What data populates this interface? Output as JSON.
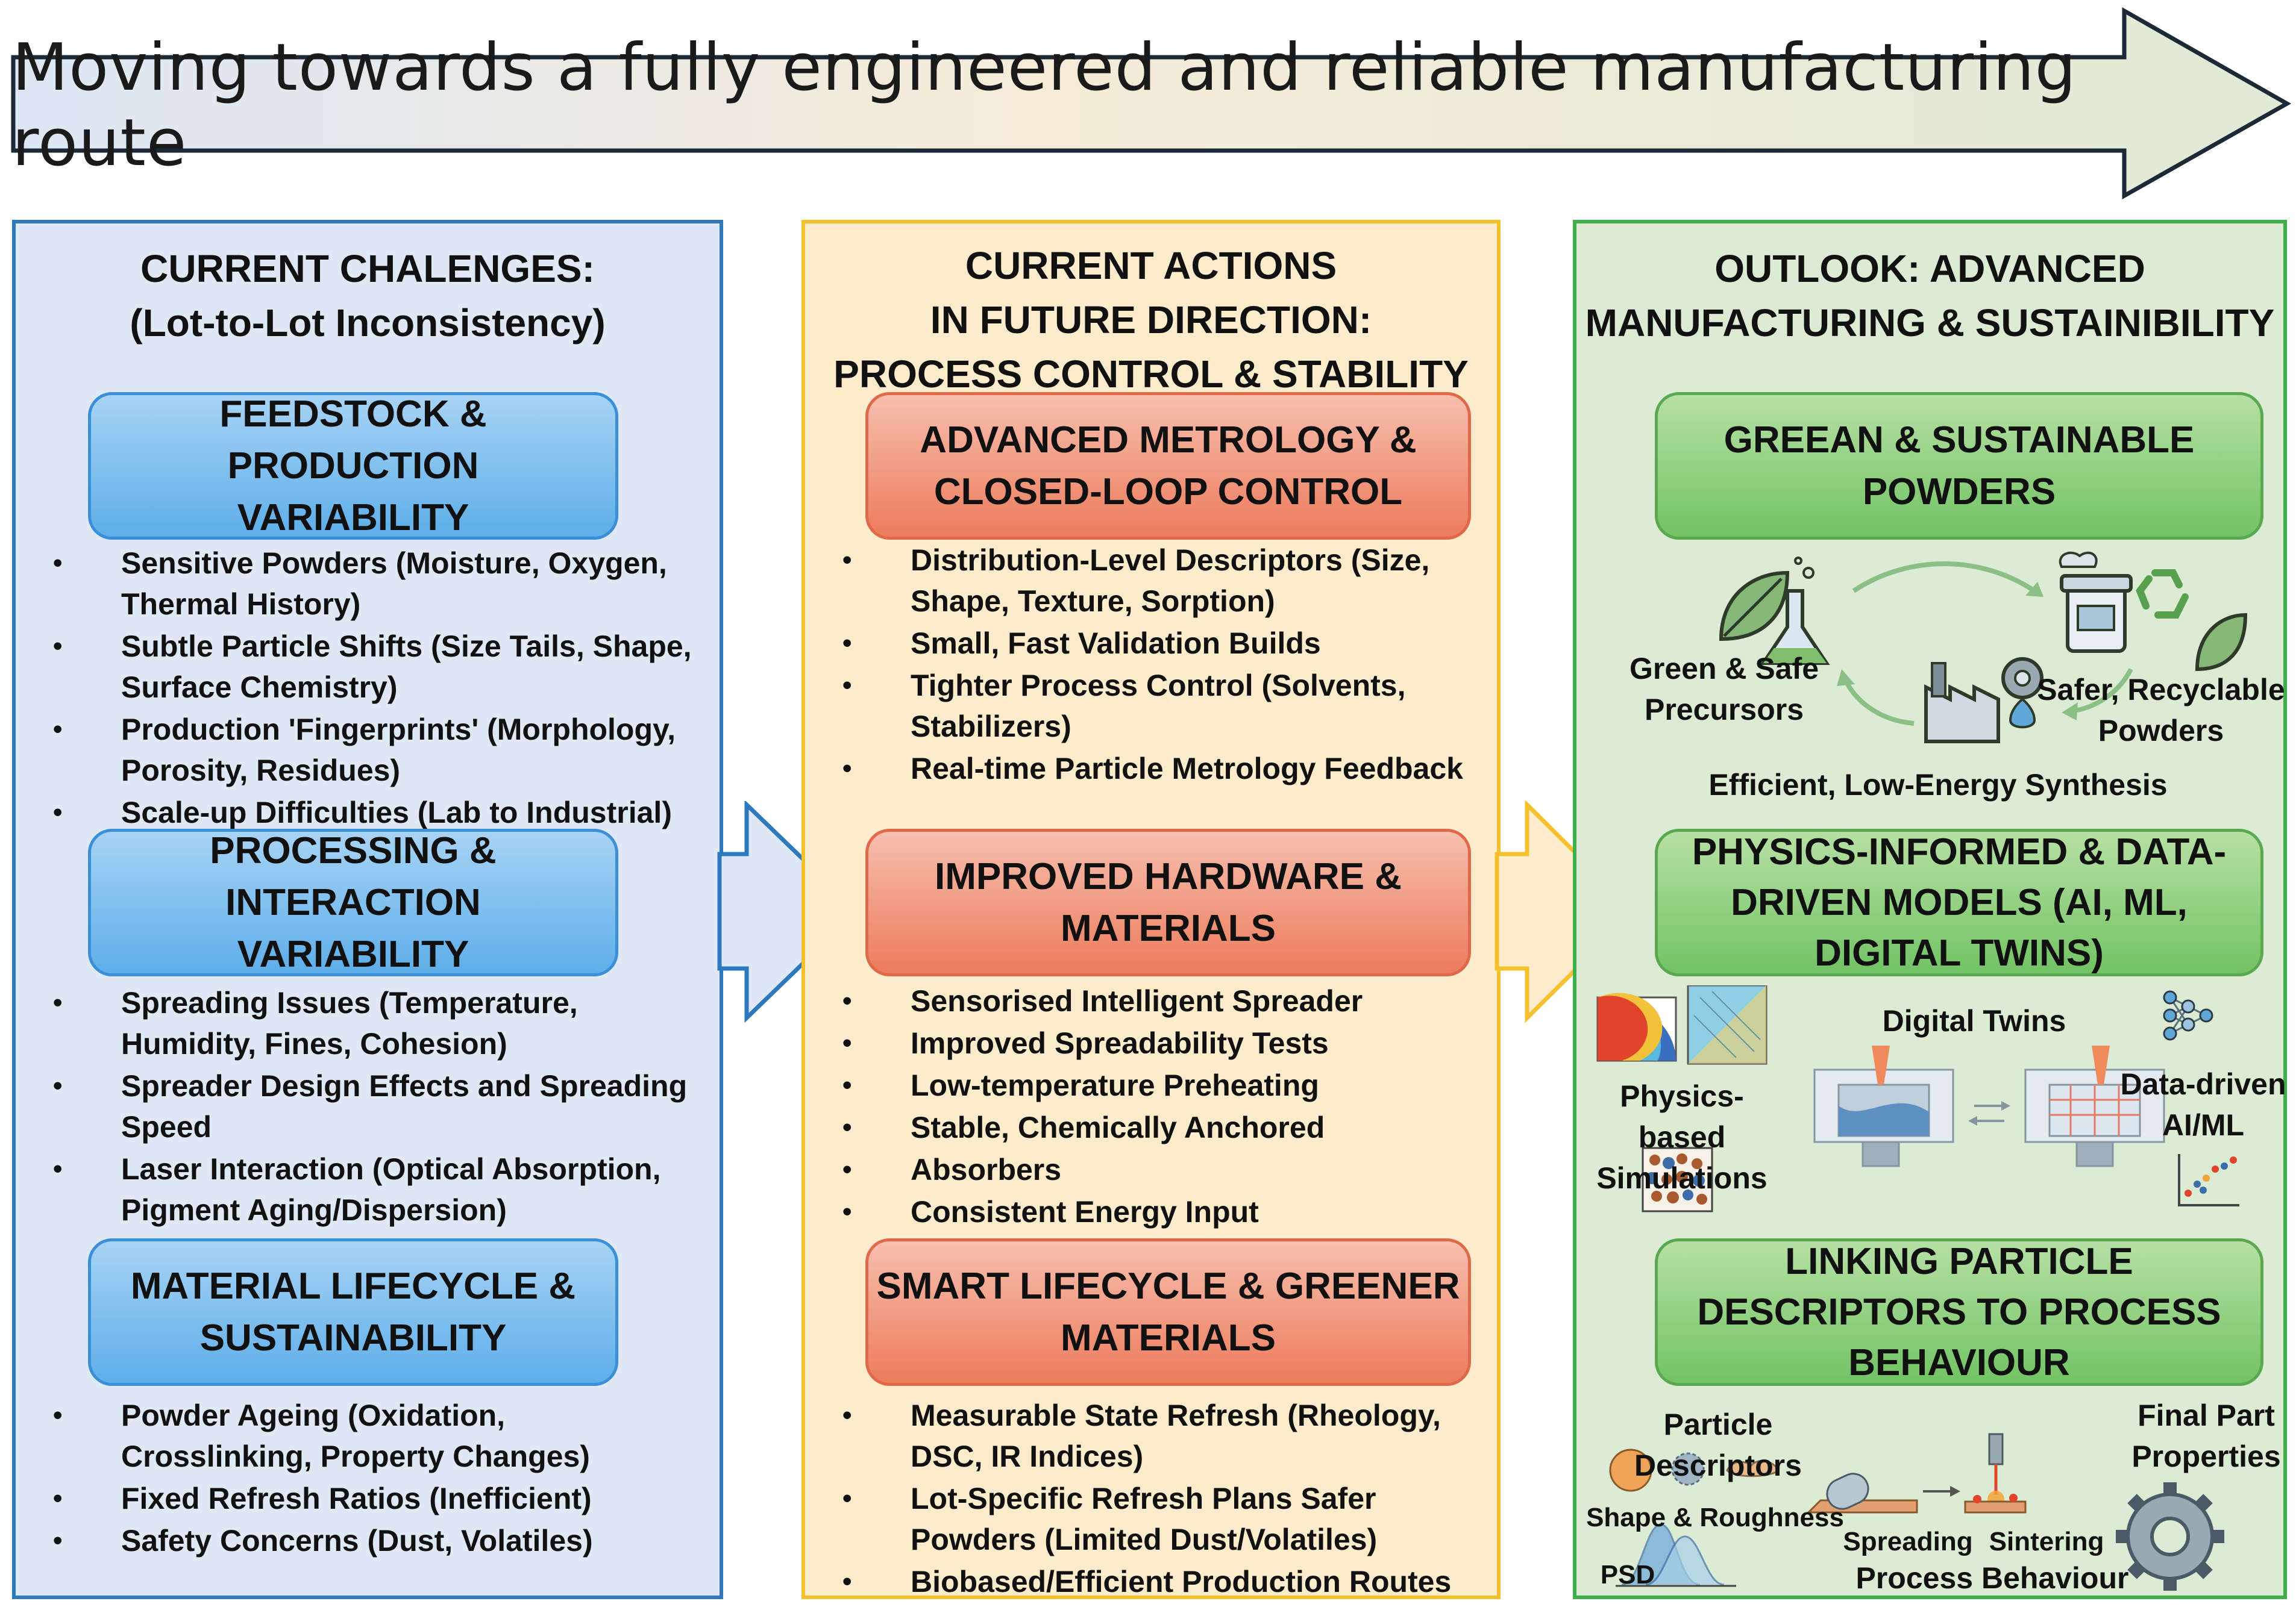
{
  "banner": {
    "title": "Moving towards a fully engineered and reliable manufacturing route"
  },
  "left": {
    "title_line1": "CURRENT CHALENGES:",
    "title_line2": "(Lot-to-Lot Inconsistency)",
    "sections": [
      {
        "line1": "FEEDSTOCK & PRODUCTION",
        "line2": "VARIABILITY",
        "items": [
          [
            "Sensitive Powders (Moisture, Oxygen,",
            "Thermal History)"
          ],
          [
            "Subtle Particle Shifts (Size Tails, Shape,",
            "Surface Chemistry)"
          ],
          [
            "Production 'Fingerprints' (Morphology,",
            "Porosity, Residues)"
          ],
          [
            "Scale-up Difficulties (Lab to Industrial)"
          ]
        ]
      },
      {
        "line1": "PROCESSING & INTERACTION",
        "line2": "VARIABILITY",
        "items": [
          [
            "Spreading Issues (Temperature,",
            "Humidity, Fines, Cohesion)"
          ],
          [
            "Spreader Design Effects and Spreading",
            "Speed"
          ],
          [
            "Laser Interaction (Optical Absorption,",
            "Pigment Aging/Dispersion)"
          ]
        ]
      },
      {
        "line1": "MATERIAL LIFECYCLE &",
        "line2": "SUSTAINABILITY",
        "items": [
          [
            "Powder Ageing (Oxidation,",
            "Crosslinking, Property Changes)"
          ],
          [
            "Fixed Refresh Ratios (Inefficient)"
          ],
          [
            "Safety Concerns (Dust, Volatiles)"
          ]
        ]
      }
    ]
  },
  "middle": {
    "title_line1": "CURRENT ACTIONS",
    "title_line2": "IN FUTURE DIRECTION:",
    "title_line3": "PROCESS CONTROL & STABILITY",
    "sections": [
      {
        "line1": "ADVANCED METROLOGY &",
        "line2": "CLOSED-LOOP CONTROL",
        "items": [
          [
            "Distribution-Level Descriptors (Size,",
            "Shape, Texture, Sorption)"
          ],
          [
            "Small, Fast Validation Builds"
          ],
          [
            "Tighter Process Control (Solvents,",
            "Stabilizers)"
          ],
          [
            "Real-time Particle Metrology Feedback"
          ]
        ]
      },
      {
        "line1": "IMPROVED HARDWARE &",
        "line2": "MATERIALS",
        "items": [
          [
            "Sensorised Intelligent Spreader"
          ],
          [
            "Improved Spreadability Tests"
          ],
          [
            "Low-temperature Preheating"
          ],
          [
            "Stable, Chemically Anchored"
          ],
          [
            "Absorbers"
          ],
          [
            "Consistent Energy Input"
          ]
        ]
      },
      {
        "line1": "SMART LIFECYCLE & GREENER",
        "line2": "MATERIALS",
        "items": [
          [
            "Measurable State Refresh (Rheology,",
            "DSC, IR Indices)"
          ],
          [
            "Lot-Specific Refresh Plans Safer",
            "Powders (Limited Dust/Volatiles)"
          ],
          [
            "Biobased/Efficient Production Routes"
          ]
        ]
      }
    ]
  },
  "right": {
    "title_line1": "OUTLOOK: ADVANCED",
    "title_line2": "MANUFACTURING & SUSTAINIBILITY",
    "box1": {
      "line1": "GREEAN & SUSTAINABLE",
      "line2": "POWDERS"
    },
    "green_cycle": {
      "precursors_line1": "Green & Safe",
      "precursors_line2": "Precursors",
      "recyclable_line1": "Safer, Recyclable",
      "recyclable_line2": "Powders",
      "synthesis": "Efficient, Low-Energy Synthesis"
    },
    "box2": {
      "line1": "PHYSICS-INFORMED & DATA-",
      "line2": "DRIVEN MODELS (AI, ML,",
      "line3": "DIGITAL TWINS)"
    },
    "models": {
      "digital_twins": "Digital Twins",
      "physics_line1": "Physics-based",
      "physics_line2": "Simulations",
      "data_line1": "Data-driven",
      "data_line2": "AI/ML"
    },
    "box3": {
      "line1": "LINKING PARTICLE",
      "line2": "DESCRIPTORS TO PROCESS",
      "line3": "BEHAVIOUR"
    },
    "linking": {
      "particle_descriptors": "Particle Descriptors",
      "final_line1": "Final Part",
      "final_line2": "Properties",
      "shape_roughness": "Shape & Roughness",
      "spreading": "Spreading",
      "sintering": "Sintering",
      "psd": "PSD",
      "process_behaviour": "Process Behaviour"
    }
  },
  "colors": {
    "blue_border": "#2e79be",
    "yellow_border": "#f4c02d",
    "green_border": "#3fae4d",
    "blue_box": "#5eaee9",
    "red_box": "#ec7b5c",
    "green_box": "#72c364"
  }
}
